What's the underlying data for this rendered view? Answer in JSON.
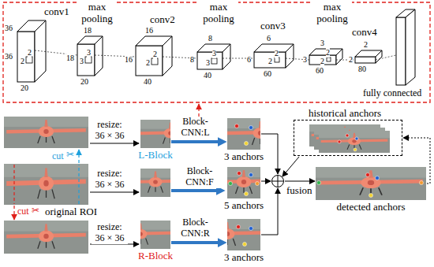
{
  "diagram": {
    "nodes": [
      {
        "text": [
          "original ROI"
        ]
      },
      {
        "text": [
          "L-Block"
        ]
      },
      {
        "text": [
          "R-Block"
        ]
      },
      {
        "text": [
          "3 anchors"
        ]
      },
      {
        "text": [
          "5 anchors"
        ]
      },
      {
        "text": [
          "3 anchors"
        ]
      },
      {
        "text": [
          "fusion"
        ]
      },
      {
        "text": [
          "detected anchors"
        ]
      },
      {
        "text": [
          "historical anchors"
        ]
      }
    ],
    "edges": [
      {
        "from": 1,
        "to": 3,
        "label": "Block-CNN:L",
        "arrow": "to"
      },
      {
        "from": 2,
        "to": 5,
        "label": "Block-CNN:R",
        "arrow": "to"
      },
      {
        "from": 3,
        "to": 6,
        "arrow": "to"
      },
      {
        "from": 4,
        "to": 6,
        "arrow": "to"
      },
      {
        "from": 5,
        "to": 6,
        "arrow": "to"
      },
      {
        "from": 6,
        "to": 7,
        "arrow": "to"
      },
      {
        "from": 7,
        "to": 8,
        "arrow": "to"
      },
      {
        "from": 8,
        "to": 6,
        "arrow": "to"
      }
    ],
    "labels": [
      "conv1",
      "max pooling",
      "conv2",
      "max pooling",
      "conv3",
      "max pooling",
      "conv4",
      "fully connected",
      "36",
      "36",
      "20",
      "2",
      "2",
      "18",
      "18",
      "20",
      "3",
      "3",
      "16",
      "16",
      "40",
      "2",
      "2",
      "8",
      "8",
      "40",
      "3",
      "3",
      "6",
      "6",
      "60",
      "2",
      "2",
      "3",
      "3",
      "60",
      "2",
      "2",
      "2",
      "2",
      "80",
      "cut",
      "✂",
      "cut",
      "✂",
      "resize: 36 × 36",
      "resize: 36 × 36",
      "resize: 36 × 36",
      "Block-CNN:F"
    ]
  }
}
